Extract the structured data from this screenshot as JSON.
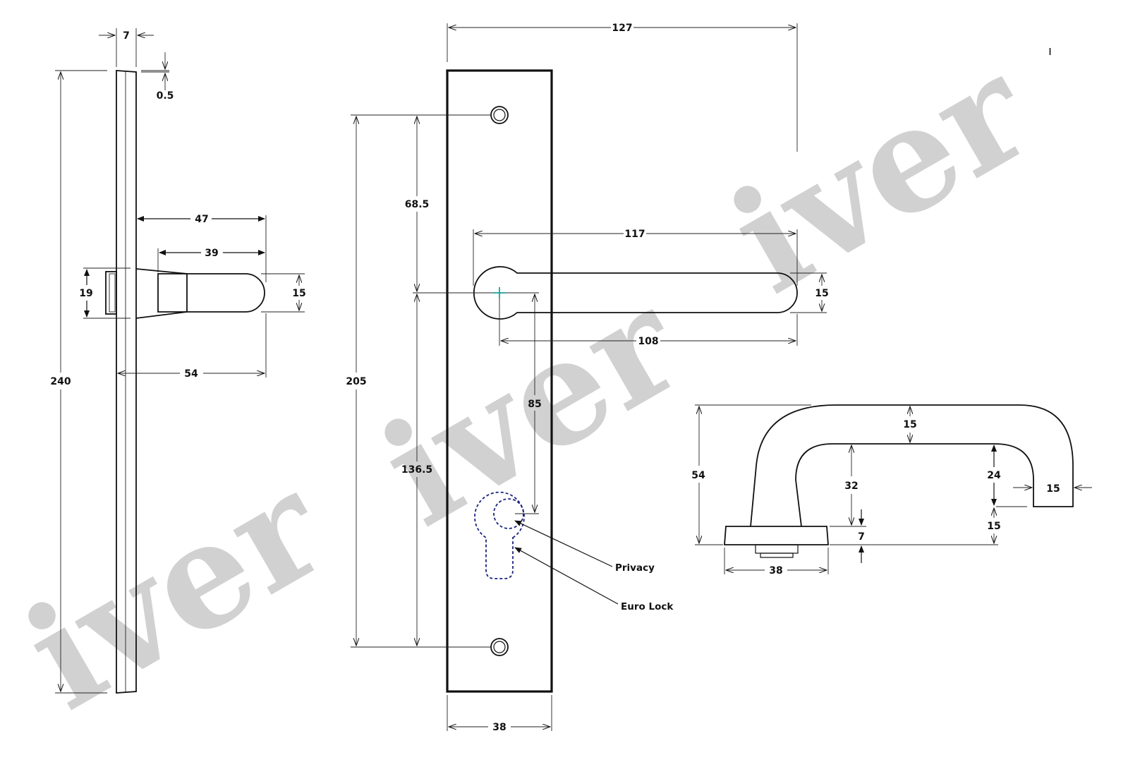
{
  "watermark": {
    "text_lower": "iver",
    "text_upper": "iver",
    "color": "#c9c9c9"
  },
  "sheet_number": "ı",
  "side_view": {
    "plate_thickness": "7",
    "plate_chamfer": "0.5",
    "height": "240",
    "projection_total": "47",
    "lever_length": "39",
    "rose_diameter": "19",
    "lever_thickness": "15",
    "projection_with_spindle": "54"
  },
  "front_view": {
    "plate_width_top": "127",
    "fixing_centres": "205",
    "top_to_lever": "68.5",
    "lever_to_bottom": "136.5",
    "lever_overall": "117",
    "lever_grip_thickness": "15",
    "lever_from_spindle": "108",
    "lever_to_cylinder": "85",
    "plate_width": "38",
    "callouts": {
      "privacy": "Privacy",
      "euro_lock": "Euro Lock"
    },
    "dashed_color": "#1a237e",
    "spindle_mark_color": "#1aa39a"
  },
  "plan_view": {
    "height": "54",
    "bar_thickness_top": "15",
    "inner_clearance": "32",
    "inner_return": "24",
    "return_thickness": "15",
    "base_gap": "15",
    "rose_thickness": "7",
    "rose_width": "38"
  }
}
